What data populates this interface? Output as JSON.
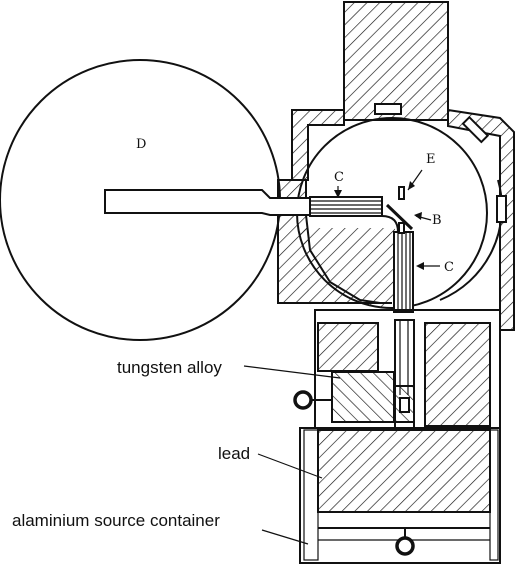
{
  "labels": {
    "D": "D",
    "E": "E",
    "C_upper": "C",
    "B": "B",
    "C_lower": "C",
    "tungsten_alloy": "tungsten alloy",
    "lead": "lead",
    "aluminium_container": "alaminium source container"
  }
}
